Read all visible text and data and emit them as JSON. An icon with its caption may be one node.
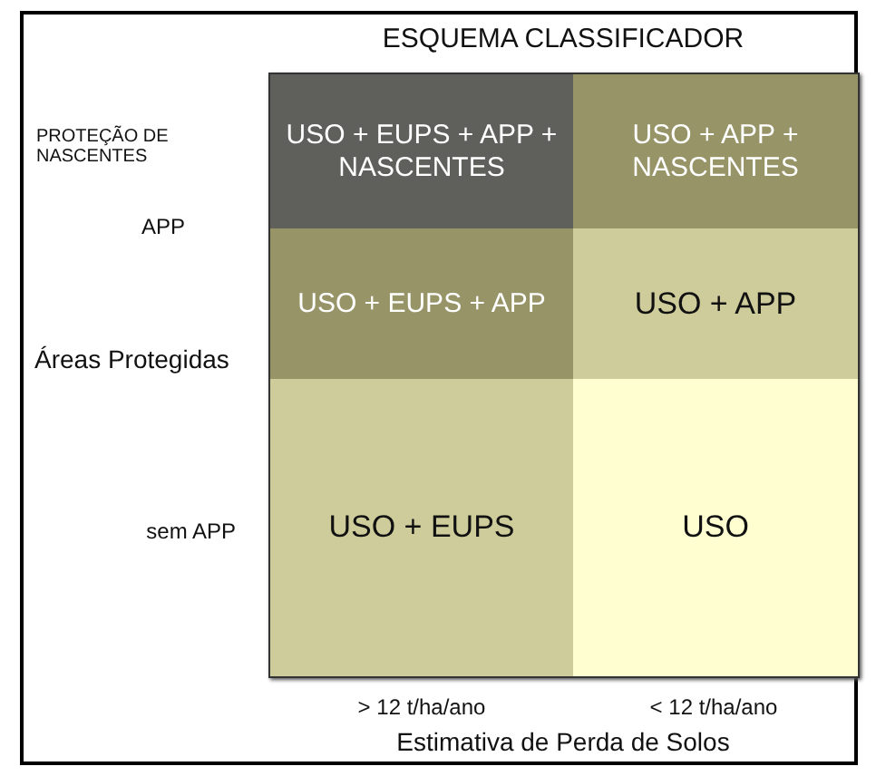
{
  "diagram": {
    "title": "ESQUEMA CLASSIFICADOR",
    "nodes": [
      {
        "text": [
          "USO + EUPS + APP + NASCENTES"
        ]
      },
      {
        "text": [
          "USO + APP + NASCENTES"
        ]
      },
      {
        "text": [
          "USO + EUPS + APP"
        ]
      },
      {
        "text": [
          "USO + APP"
        ]
      },
      {
        "text": [
          "USO + EUPS"
        ]
      },
      {
        "text": [
          "USO"
        ]
      }
    ],
    "edges": [],
    "labels": [
      "PROTEÇÃO DE NASCENTES",
      "APP",
      "Áreas Protegidas",
      "sem APP",
      "> 12 t/ha/ano",
      "< 12 t/ha/ano",
      "Estimativa de Perda de Solos"
    ]
  }
}
